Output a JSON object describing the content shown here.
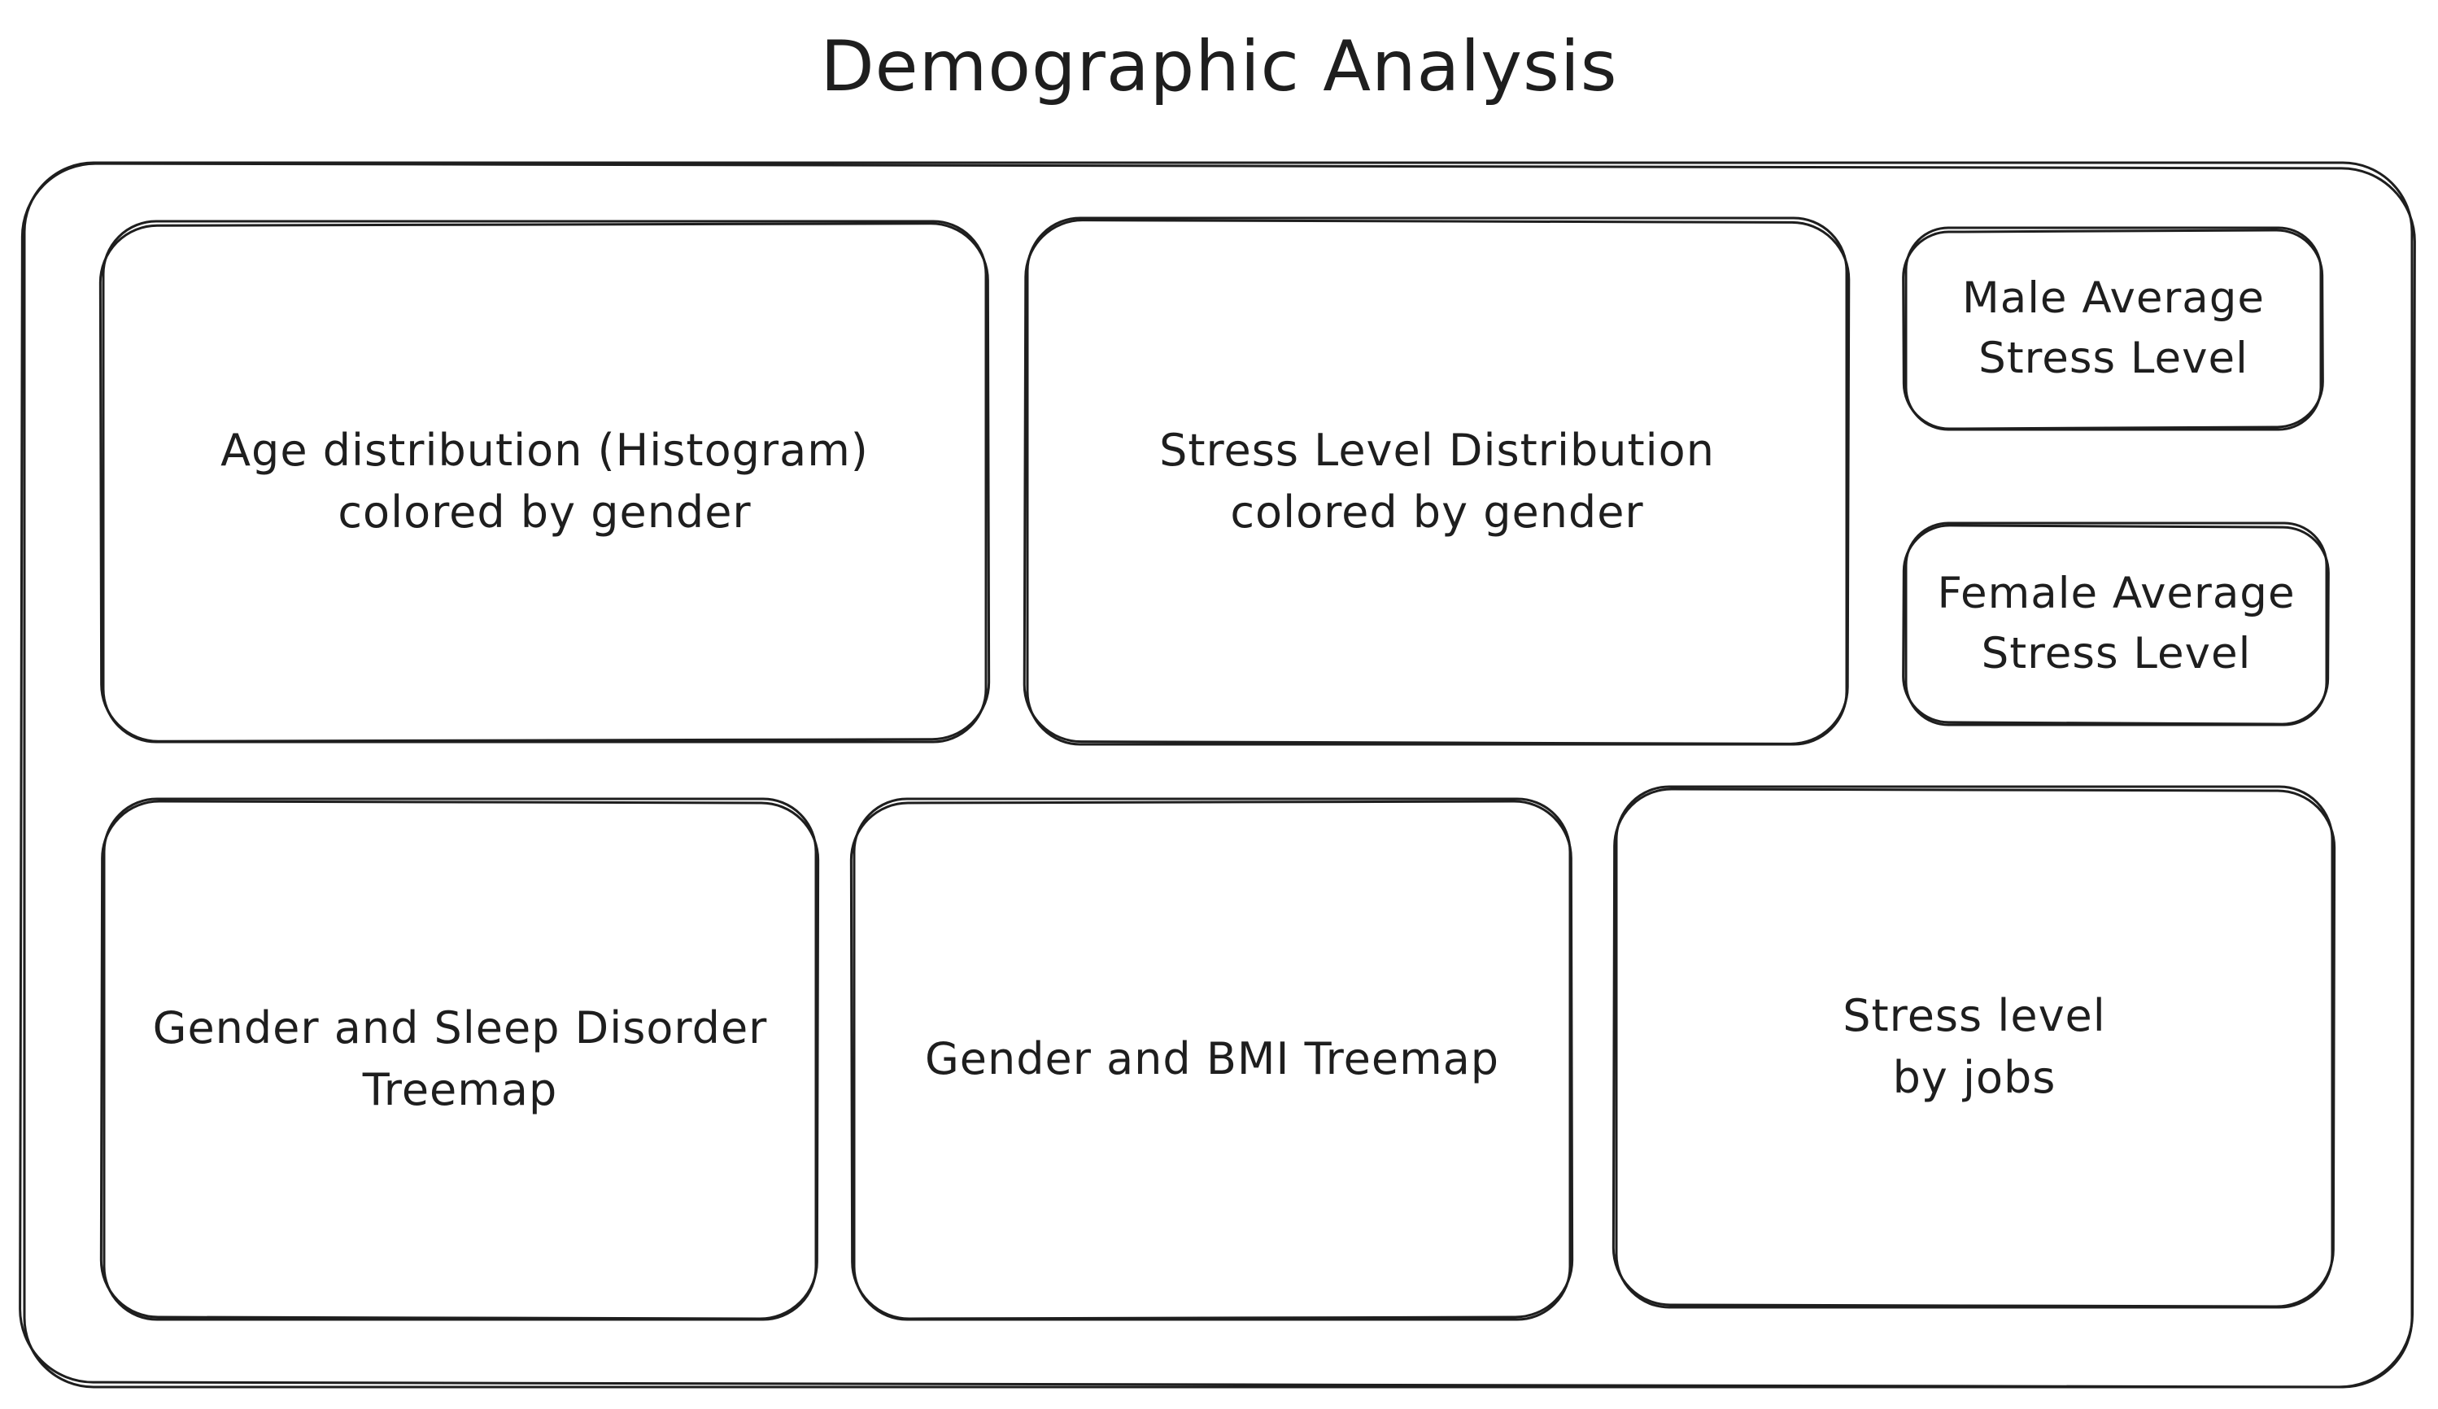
{
  "diagram": {
    "title": "Demographic Analysis",
    "panels": {
      "age_distribution": {
        "line1": "Age distribution (Histogram)",
        "line2": "colored by gender"
      },
      "stress_distribution": {
        "line1": "Stress Level Distribution",
        "line2": "colored by gender"
      },
      "male_avg_stress": {
        "line1": "Male Average",
        "line2": "Stress Level"
      },
      "female_avg_stress": {
        "line1": "Female Average",
        "line2": "Stress Level"
      },
      "gender_sleep_treemap": {
        "line1": "Gender and Sleep Disorder",
        "line2": "Treemap"
      },
      "gender_bmi_treemap": {
        "line1": "Gender and BMI Treemap"
      },
      "stress_by_jobs": {
        "line1": "Stress level",
        "line2": "by jobs"
      }
    },
    "colors": {
      "stroke": "#1e1e1e",
      "background": "#ffffff"
    }
  }
}
